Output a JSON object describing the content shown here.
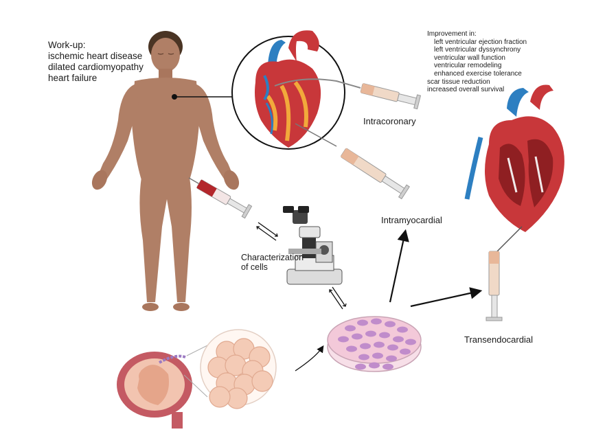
{
  "workup": {
    "title": "Work-up:",
    "items": [
      "ischemic heart disease",
      "dilated cardiomyopathy",
      "heart failure"
    ]
  },
  "improvement": {
    "title": "Improvement in:",
    "sub_items": [
      "left ventricular ejection fraction",
      "left ventricular dyssynchrony",
      "ventricular wall function",
      "ventricular remodeling",
      "enhanced exercise tolerance"
    ],
    "items": [
      "scar tissue reduction",
      "increased overall survival"
    ]
  },
  "routes": {
    "intracoronary": "Intracoronary",
    "intramyocardial": "Intramyocardial",
    "transendocardial": "Transendocardial"
  },
  "characterization": {
    "line1": "Characterization",
    "line2": "of cells"
  },
  "colors": {
    "skin": "#b07f66",
    "heart_red": "#c8373a",
    "vessel_blue": "#2d7fc1",
    "dish_pink": "#f3c9d9",
    "cell_purple": "#c08ccb",
    "arrow": "#111111"
  }
}
